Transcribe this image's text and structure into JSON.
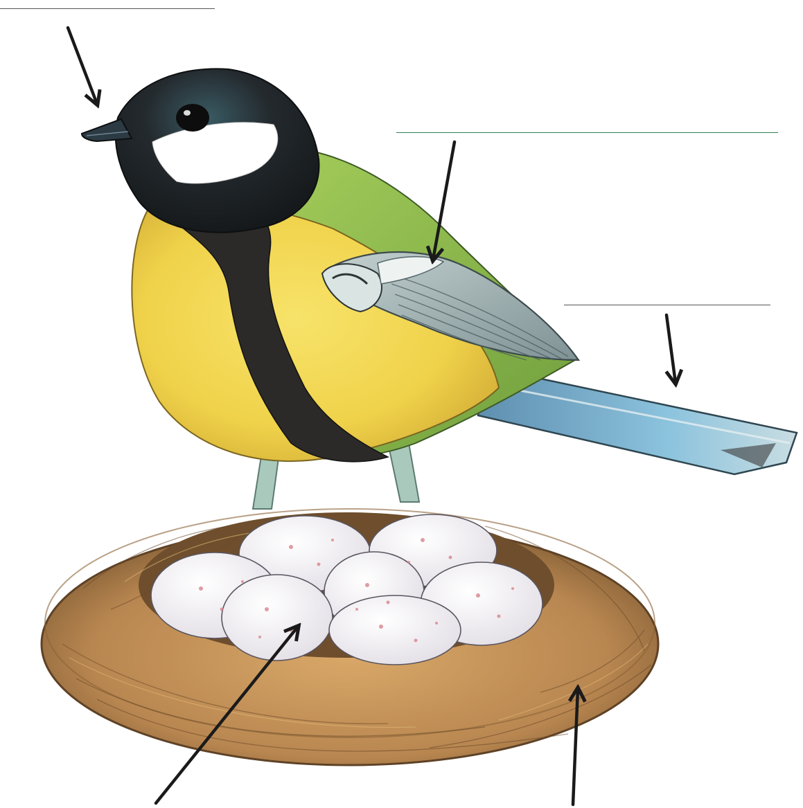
{
  "diagram": {
    "subject": "great-tit-on-nest",
    "labels": [
      {
        "id": "beak",
        "text": ""
      },
      {
        "id": "wing",
        "text": ""
      },
      {
        "id": "tail",
        "text": ""
      },
      {
        "id": "eggs",
        "text": ""
      },
      {
        "id": "nest",
        "text": ""
      }
    ],
    "colors": {
      "head": "#1d2226",
      "head_sheen": "#2f4a52",
      "cheek": "#ffffff",
      "back": "#8fbf4a",
      "breast": "#f2d64a",
      "belly_stripe": "#2b2a28",
      "wing": "#9fb3b5",
      "tail": "#6fa9c8",
      "legs": "#a9c9bd",
      "nest": "#b98a52",
      "eggs": "#f2f0f3",
      "egg_spots": "#d77c86",
      "arrow": "#1a1a1a",
      "line": "#555555",
      "line_accent": "#2e7d4f"
    }
  }
}
